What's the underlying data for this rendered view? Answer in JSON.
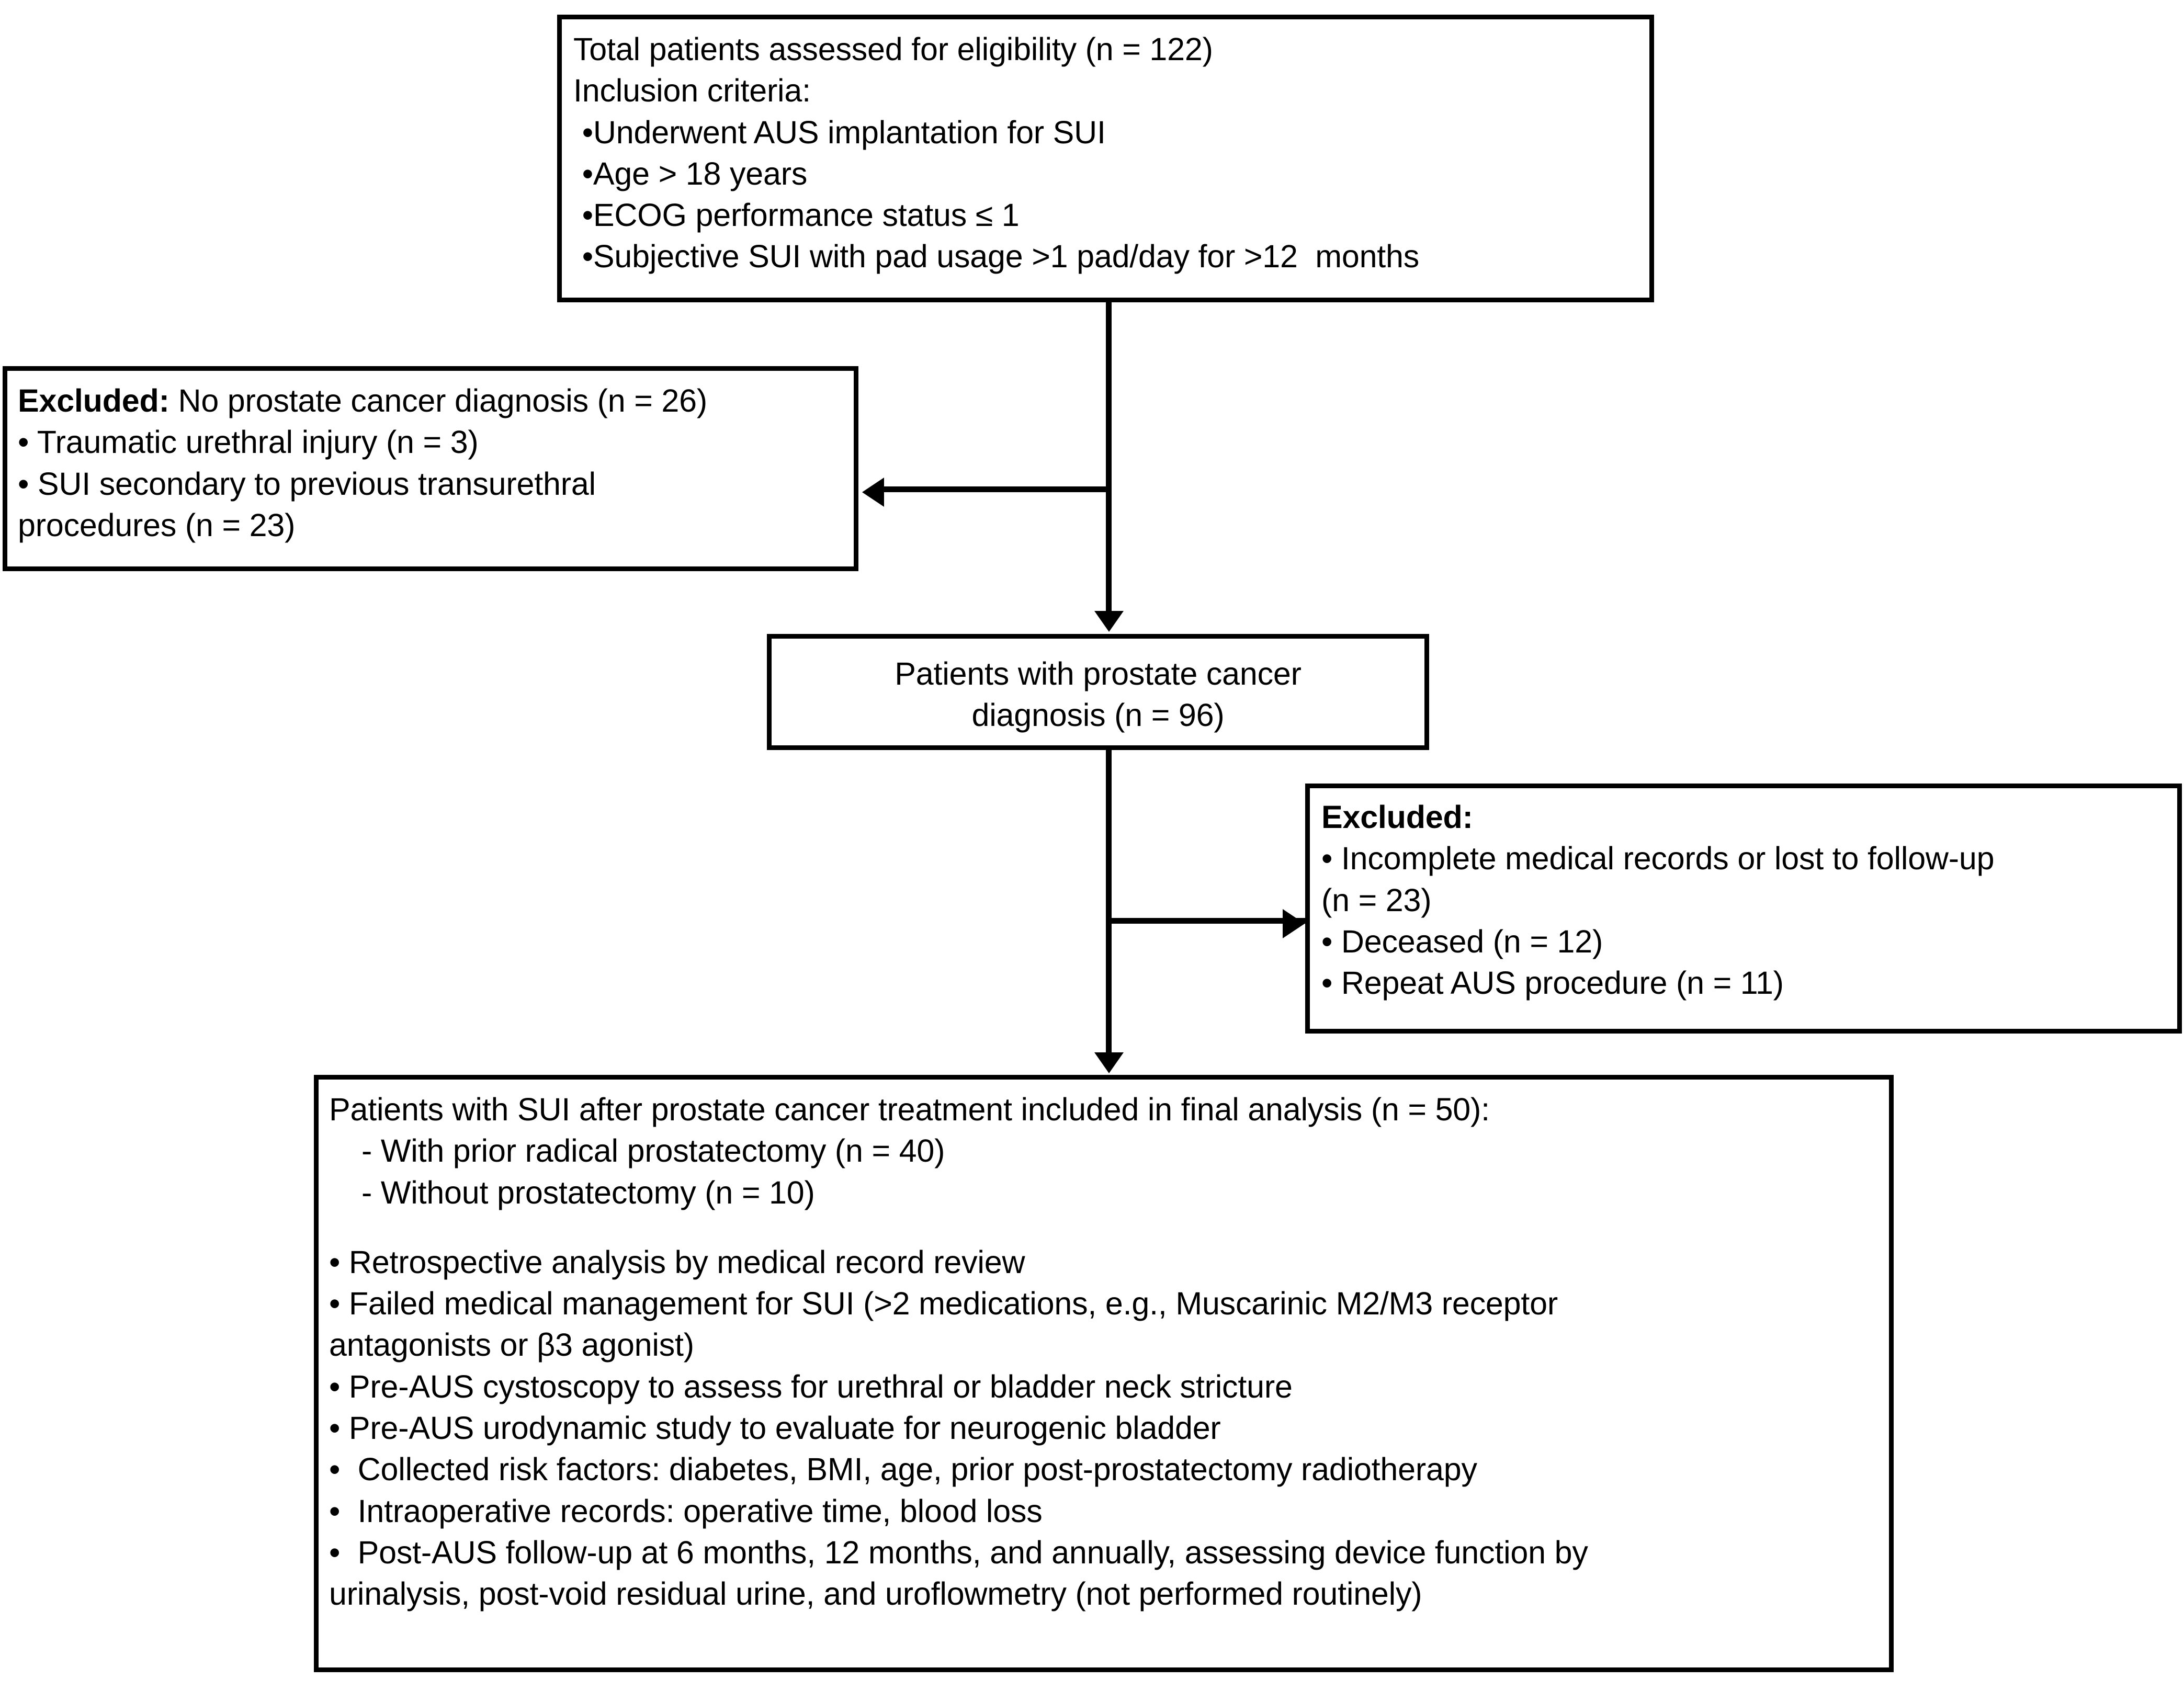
{
  "diagram": {
    "type": "flowchart",
    "title": "Patient selection flow diagram",
    "boxes": {
      "eligibility": {
        "lines": [
          "Total patients assessed for eligibility (n = 122)",
          "Inclusion criteria:",
          " •Underwent AUS implantation for SUI",
          " •Age > 18 years",
          " •ECOG performance status ≤ 1",
          " •Subjective SUI with pad usage >1 pad/day for >12  months"
        ]
      },
      "excluded_left": {
        "bold_lead": "Excluded:",
        "lead_rest": " No prostate cancer diagnosis (n = 26)",
        "lines": [
          "• Traumatic urethral injury (n = 3)",
          "• SUI secondary to previous transurethral",
          "procedures (n = 23)"
        ]
      },
      "prostate_diagnosis": {
        "lines": [
          "Patients with prostate cancer",
          "diagnosis (n = 96)"
        ]
      },
      "excluded_right": {
        "bold_lead": "Excluded:",
        "lines": [
          "• Incomplete medical records or lost to follow-up",
          "(n = 23)",
          "• Deceased (n = 12)",
          "• Repeat AUS procedure (n = 11)"
        ]
      },
      "final_analysis": {
        "headline": "Patients with SUI after prostate cancer treatment included in final analysis (n = 50):",
        "sub_items": [
          "- With prior radical prostatectomy (n = 40)",
          "- Without prostatectomy (n = 10)"
        ],
        "bullets": [
          "• Retrospective analysis by medical record review",
          "• Failed medical management for SUI (>2 medications, e.g., Muscarinic M2/M3 receptor\nantagonists or β3 agonist)",
          "• Pre-AUS cystoscopy to assess for urethral or bladder neck stricture",
          "• Pre-AUS urodynamic study to evaluate for neurogenic bladder",
          "•  Collected risk factors: diabetes, BMI, age, prior post-prostatectomy radiotherapy",
          "•  Intraoperative records: operative time, blood loss",
          "•  Post-AUS follow-up at 6 months, 12 months, and annually, assessing device function by\nurinalysis, post-void residual urine, and uroflowmetry (not performed routinely)"
        ]
      }
    },
    "colors": {
      "line": "#000000",
      "box_fill": "#ffffff",
      "text": "#000000"
    }
  }
}
